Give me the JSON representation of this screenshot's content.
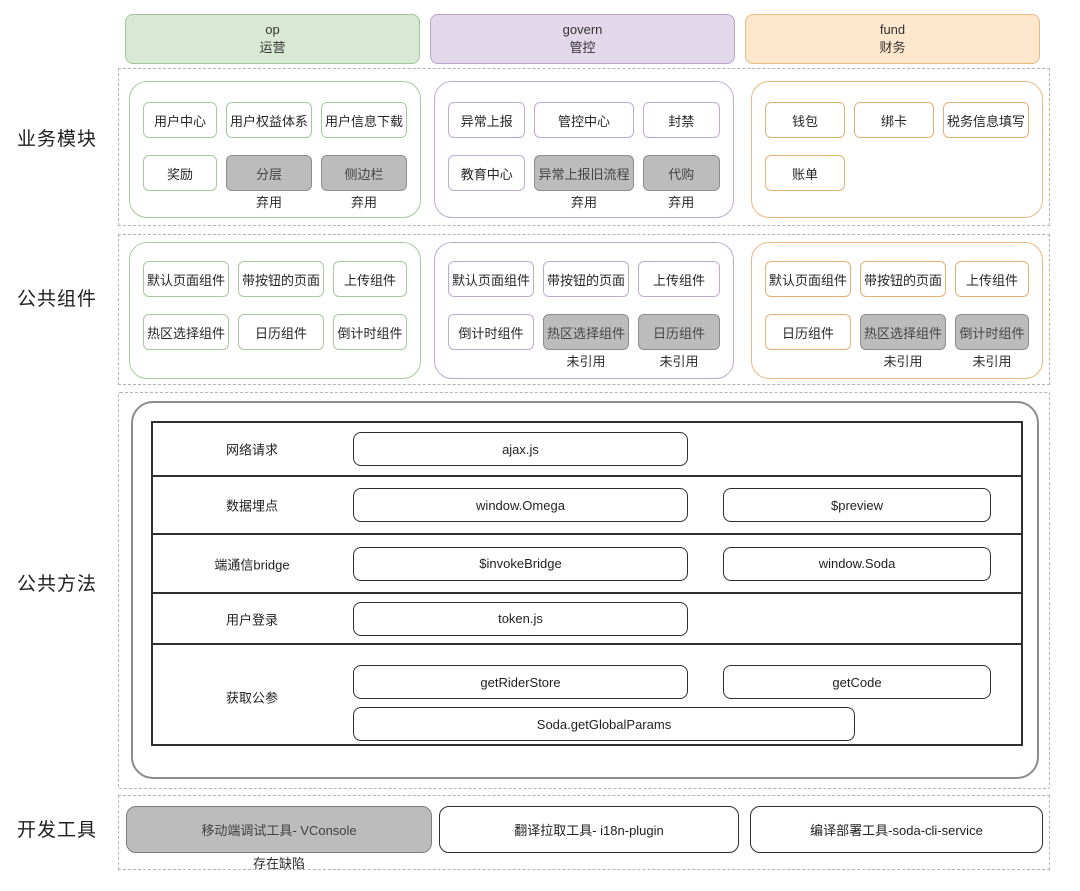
{
  "colors": {
    "op_fill": "#d9e8d4",
    "op_border": "#a3c59a",
    "govern_fill": "#e3d7ea",
    "govern_border": "#b9a4c9",
    "fund_fill": "#fde7cd",
    "fund_border": "#e7ba80",
    "deprecated_fill": "#bcbcbc",
    "deprecated_border": "#8d8d8d",
    "table_border": "#2f2f2f",
    "dashed_border": "#b3b3b3"
  },
  "headers": [
    {
      "code": "op",
      "name": "运营"
    },
    {
      "code": "govern",
      "name": "管控"
    },
    {
      "code": "fund",
      "name": "财务"
    }
  ],
  "sections": {
    "business": {
      "label": "业务模块",
      "columns": [
        {
          "theme": "op",
          "chips": [
            {
              "label": "用户中心"
            },
            {
              "label": "用户权益体系"
            },
            {
              "label": "用户信息下载"
            },
            {
              "label": "奖励"
            },
            {
              "label": "分层",
              "state": "弃用"
            },
            {
              "label": "侧边栏",
              "state": "弃用"
            }
          ]
        },
        {
          "theme": "govern",
          "chips": [
            {
              "label": "异常上报"
            },
            {
              "label": "管控中心"
            },
            {
              "label": "封禁"
            },
            {
              "label": "教育中心"
            },
            {
              "label": "异常上报旧流程",
              "state": "弃用"
            },
            {
              "label": "代购",
              "state": "弃用"
            }
          ]
        },
        {
          "theme": "fund",
          "chips": [
            {
              "label": "钱包"
            },
            {
              "label": "绑卡"
            },
            {
              "label": "税务信息填写"
            },
            {
              "label": "账单"
            }
          ]
        }
      ]
    },
    "components": {
      "label": "公共组件",
      "columns": [
        {
          "theme": "op",
          "chips": [
            {
              "label": "默认页面组件"
            },
            {
              "label": "带按钮的页面"
            },
            {
              "label": "上传组件"
            },
            {
              "label": "热区选择组件"
            },
            {
              "label": "日历组件"
            },
            {
              "label": "倒计时组件"
            }
          ]
        },
        {
          "theme": "govern",
          "chips": [
            {
              "label": "默认页面组件"
            },
            {
              "label": "带按钮的页面"
            },
            {
              "label": "上传组件"
            },
            {
              "label": "倒计时组件"
            },
            {
              "label": "热区选择组件",
              "state": "未引用"
            },
            {
              "label": "日历组件",
              "state": "未引用"
            }
          ]
        },
        {
          "theme": "fund",
          "chips": [
            {
              "label": "默认页面组件"
            },
            {
              "label": "带按钮的页面"
            },
            {
              "label": "上传组件"
            },
            {
              "label": "日历组件"
            },
            {
              "label": "热区选择组件",
              "state": "未引用"
            },
            {
              "label": "倒计时组件",
              "state": "未引用"
            }
          ]
        }
      ]
    },
    "methods": {
      "label": "公共方法",
      "rows": [
        {
          "label": "网络请求",
          "items": [
            "ajax.js"
          ]
        },
        {
          "label": "数据埋点",
          "items": [
            "window.Omega",
            "$preview"
          ]
        },
        {
          "label": "端通信bridge",
          "items": [
            "$invokeBridge",
            "window.Soda"
          ]
        },
        {
          "label": "用户登录",
          "items": [
            "token.js"
          ]
        },
        {
          "label": "获取公参",
          "items": [
            "getRiderStore",
            "getCode"
          ],
          "wide_item": "Soda.getGlobalParams"
        }
      ]
    },
    "devtools": {
      "label": "开发工具",
      "tools": [
        {
          "label": "移动端调试工具- VConsole",
          "state": "存在缺陷"
        },
        {
          "label": "翻译拉取工具- i18n-plugin"
        },
        {
          "label": "编译部署工具-soda-cli-service"
        }
      ]
    }
  }
}
